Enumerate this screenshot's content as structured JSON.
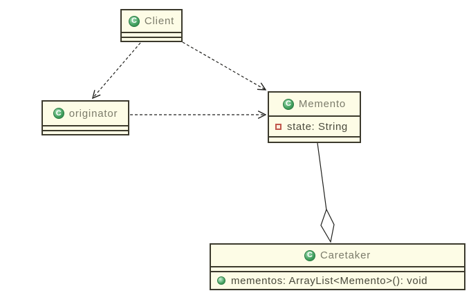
{
  "diagram": {
    "type": "uml-class-diagram",
    "background": "#ffffff"
  },
  "icons": {
    "class_letter": "C"
  },
  "classes": [
    {
      "name": "Client",
      "icon": "class-icon",
      "attributes": [],
      "operations": []
    },
    {
      "name": "originator",
      "icon": "class-icon",
      "attributes": [],
      "operations": []
    },
    {
      "name": "Memento",
      "icon": "class-icon",
      "attributes": [
        {
          "icon": "private-field-icon",
          "text": "state: String"
        }
      ],
      "operations": []
    },
    {
      "name": "Caretaker",
      "icon": "class-icon",
      "attributes": [],
      "operations": [
        {
          "icon": "public-method-icon",
          "text": "mementos: ArrayList<Memento>(): void"
        }
      ]
    }
  ],
  "relationships": [
    {
      "from": "Client",
      "to": "originator",
      "type": "dependency",
      "line": "dashed",
      "end": "open-arrow"
    },
    {
      "from": "Client",
      "to": "Memento",
      "type": "dependency",
      "line": "dashed",
      "end": "open-arrow"
    },
    {
      "from": "originator",
      "to": "Memento",
      "type": "dependency",
      "line": "dashed",
      "end": "open-arrow"
    },
    {
      "from": "Memento",
      "to": "Caretaker",
      "type": "aggregation",
      "line": "solid",
      "end": "hollow-diamond"
    }
  ],
  "colors": {
    "class_fill": "#fdfce6",
    "class_border": "#3b392c",
    "connector": "#1f1f1c",
    "class_name_text": "#7b7b6a",
    "member_text": "#4a4a3d",
    "class_icon_green": "#3f9e5c",
    "private_field_red": "#c0564b",
    "public_method_green": "#41a05e"
  }
}
